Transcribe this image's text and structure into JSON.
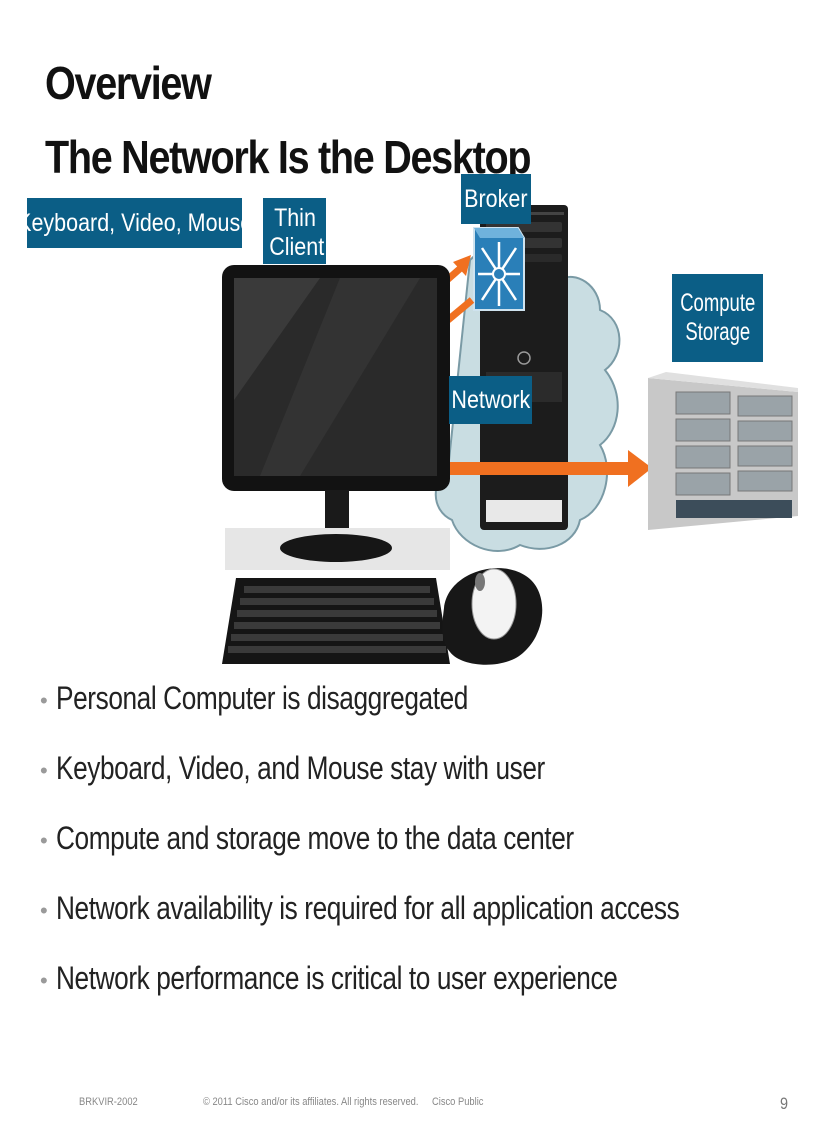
{
  "slide": {
    "title_line1": "Overview",
    "title_line2": "The Network Is the Desktop"
  },
  "labels": {
    "kvm": "Keyboard, Video, Mouse",
    "thin_client": "Thin Client",
    "broker": "Broker",
    "compute_storage_line1": "Compute",
    "compute_storage_line2": "Storage",
    "network": "Network"
  },
  "bullets": [
    "Personal Computer is disaggregated",
    "Keyboard, Video, and Mouse stay with user",
    "Compute and storage move to the data center",
    "Network availability is required for all application access",
    "Network performance is critical to user experience"
  ],
  "footer": {
    "code": "BRKVIR-2002",
    "copyright": "© 2011 Cisco and/or its affiliates. All rights reserved.",
    "classification": "Cisco Public",
    "page_number": "9"
  },
  "colors": {
    "label_bg": "#0b5e86",
    "arrow": "#f07020",
    "cloud": "#c9dde2"
  }
}
